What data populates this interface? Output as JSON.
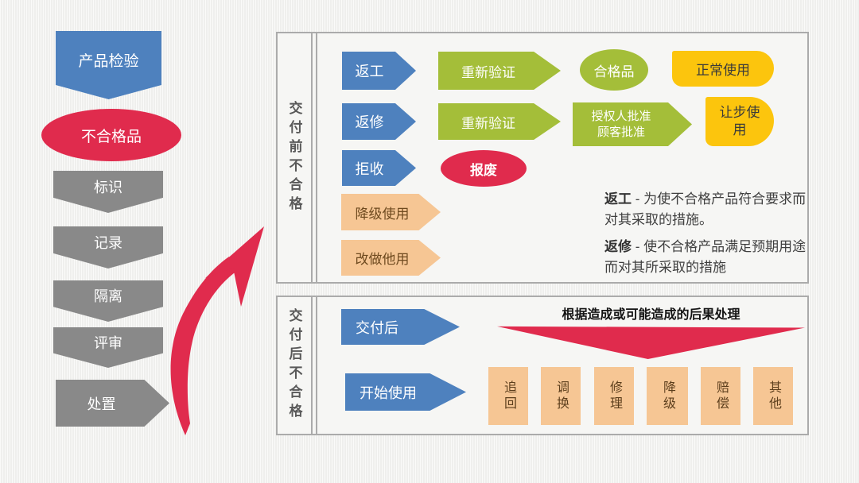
{
  "colors": {
    "blue": "#4E81BE",
    "green": "#A4BE39",
    "red": "#E02B4D",
    "yellow": "#FCC50D",
    "peach": "#F6C694",
    "gray": "#898989",
    "panel_border": "#ABABAB"
  },
  "left_flow": {
    "steps": [
      {
        "label": "产品检验"
      },
      {
        "label": "不合格品"
      },
      {
        "label": "标识"
      },
      {
        "label": "记录"
      },
      {
        "label": "隔离"
      },
      {
        "label": "评审"
      },
      {
        "label": "处置"
      }
    ]
  },
  "pre_delivery": {
    "side_label": "交付前不合格",
    "rework": "返工",
    "reverify_1": "重新验证",
    "conforming": "合格品",
    "normal_use": "正常使用",
    "repair": "返修",
    "reverify_2": "重新验证",
    "approval_line1": "授权人批准",
    "approval_line2": "顾客批准",
    "concession_use": "让步使用",
    "reject": "拒收",
    "scrap": "报废",
    "downgrade": "降级使用",
    "repurpose": "改做他用",
    "notes": [
      {
        "term": "返工",
        "desc": "- 为使不合格产品符合要求而对其采取的措施。"
      },
      {
        "term": "返修",
        "desc": "- 使不合格产品满足预期用途而对其所采取的措施"
      }
    ]
  },
  "post_delivery": {
    "side_label": "交付后不合格",
    "after_delivery": "交付后",
    "start_use": "开始使用",
    "banner": "根据造成或可能造成的后果处理",
    "actions": [
      "追回",
      "调换",
      "修理",
      "降级",
      "赔偿",
      "其他"
    ]
  }
}
